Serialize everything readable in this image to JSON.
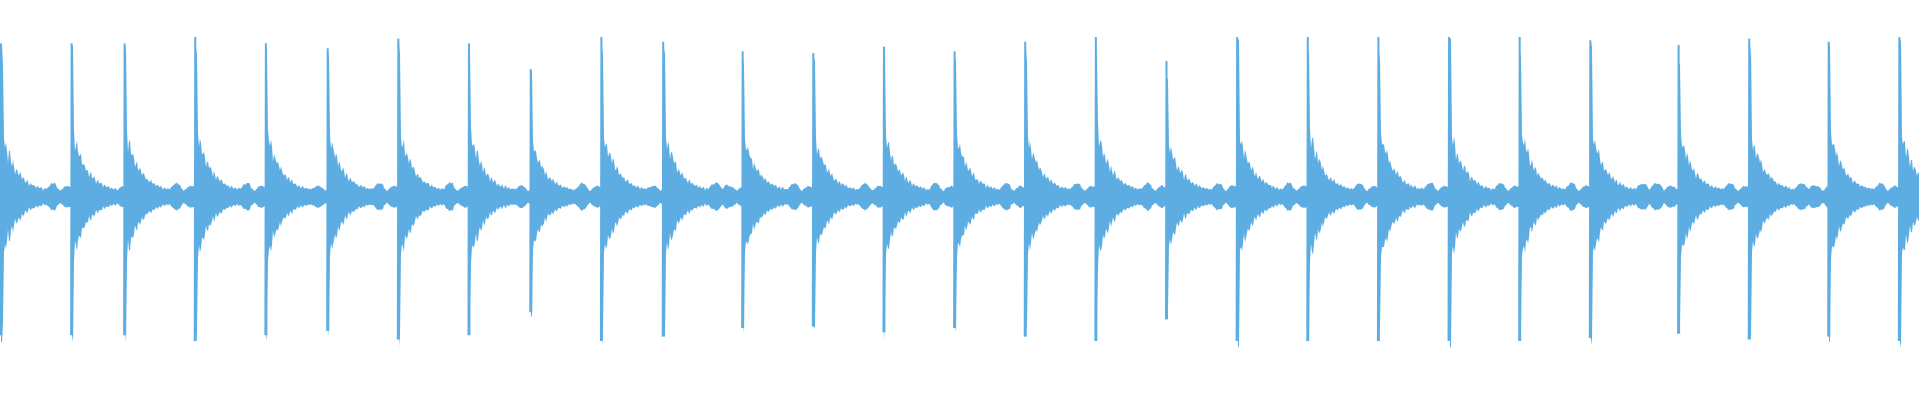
{
  "waveform": {
    "color": "#5dade2",
    "beats": [
      {
        "t": 0.0,
        "amp": 0.96
      },
      {
        "t": 4.0,
        "amp": 0.96
      },
      {
        "t": 7.0,
        "amp": 0.96
      },
      {
        "t": 11.0,
        "amp": 1.0
      },
      {
        "t": 15.0,
        "amp": 0.96
      },
      {
        "t": 18.5,
        "amp": 0.93
      },
      {
        "t": 22.5,
        "amp": 0.99
      },
      {
        "t": 26.5,
        "amp": 0.96
      },
      {
        "t": 30.0,
        "amp": 0.8
      },
      {
        "t": 34.0,
        "amp": 1.0
      },
      {
        "t": 37.5,
        "amp": 0.97
      },
      {
        "t": 42.0,
        "amp": 0.91
      },
      {
        "t": 46.0,
        "amp": 0.9
      },
      {
        "t": 50.0,
        "amp": 0.94
      },
      {
        "t": 54.0,
        "amp": 0.91
      },
      {
        "t": 58.0,
        "amp": 0.97
      },
      {
        "t": 62.0,
        "amp": 1.0
      },
      {
        "t": 66.0,
        "amp": 0.85
      },
      {
        "t": 70.0,
        "amp": 1.0
      },
      {
        "t": 74.0,
        "amp": 1.0
      },
      {
        "t": 78.0,
        "amp": 1.0
      },
      {
        "t": 82.0,
        "amp": 1.0
      },
      {
        "t": 86.0,
        "amp": 1.0
      },
      {
        "t": 90.0,
        "amp": 0.98
      },
      {
        "t": 95.0,
        "amp": 0.95
      },
      {
        "t": 99.0,
        "amp": 0.99
      },
      {
        "t": 103.5,
        "amp": 0.97
      },
      {
        "t": 107.5,
        "amp": 1.0
      }
    ],
    "duration": 108.5
  }
}
